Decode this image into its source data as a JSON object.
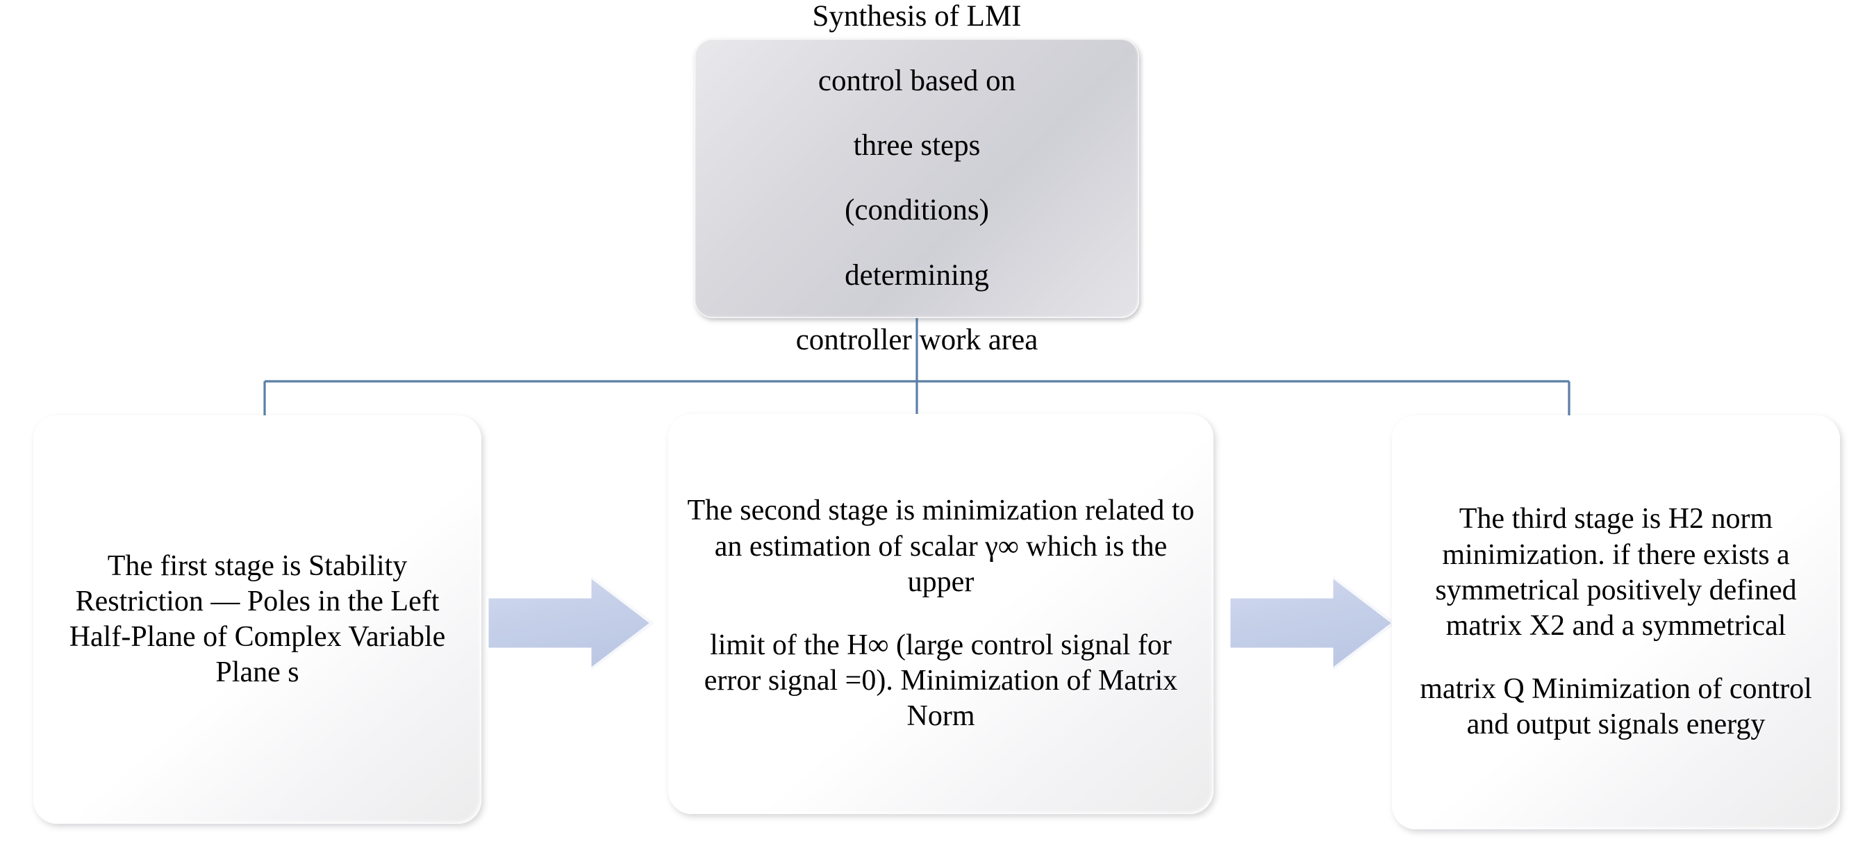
{
  "diagram": {
    "type": "flowchart",
    "orientation": "top-down-then-left-to-right",
    "colors": {
      "root_node_fill": "#d5d5da",
      "stage_node_fill": "#ffffff",
      "arrow_fill": "#c6d0e9",
      "connector_line": "#5b7fa6",
      "text": "#000000"
    },
    "root": {
      "label": "Synthesis of LMI control based on three steps (conditions) determining controller work area",
      "lines": [
        "Synthesis of LMI",
        "control based on",
        "three steps",
        "(conditions)",
        "determining",
        "controller work area"
      ]
    },
    "stages": [
      {
        "id": "stage-1",
        "name": "first-stage",
        "paragraphs": [
          "The first stage is Stability Restriction — Poles in the Left Half-Plane of Complex Variable Plane s"
        ]
      },
      {
        "id": "stage-2",
        "name": "second-stage",
        "paragraphs": [
          "The second stage is minimization related to an estimation of scalar γ∞ which is the upper",
          "limit of the H∞ (large control signal for error signal =0). Minimization of Matrix Norm"
        ]
      },
      {
        "id": "stage-3",
        "name": "third-stage",
        "paragraphs": [
          "The third stage is H2 norm minimization. if there exists a symmetrical positively defined matrix X2 and a symmetrical",
          "matrix Q Minimization of control and output signals energy"
        ]
      }
    ],
    "arrows": [
      {
        "id": "arrow-1",
        "from": "stage-1",
        "to": "stage-2",
        "direction": "right"
      },
      {
        "id": "arrow-2",
        "from": "stage-2",
        "to": "stage-3",
        "direction": "right"
      }
    ],
    "connectors": [
      {
        "from": "root",
        "to": "stage-1"
      },
      {
        "from": "root",
        "to": "stage-2"
      },
      {
        "from": "root",
        "to": "stage-3"
      }
    ]
  }
}
